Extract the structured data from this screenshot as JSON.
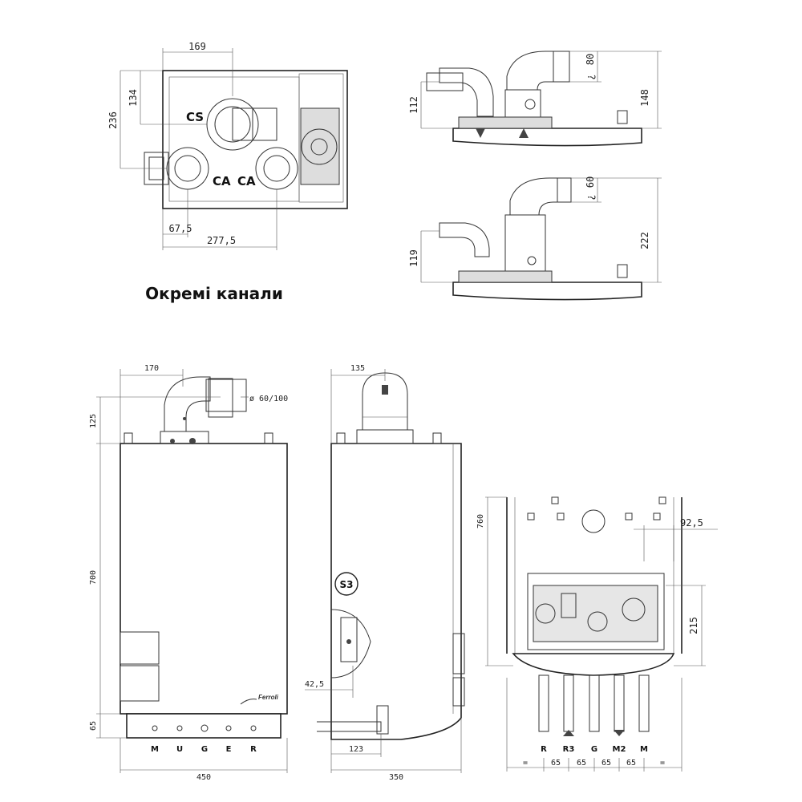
{
  "heading": "Окремі канали",
  "top_plan": {
    "labels": {
      "cs": "CS",
      "ca1": "CA",
      "ca2": "CA"
    },
    "dims": {
      "width_top": "169",
      "height_a": "134",
      "height_b": "236",
      "offset_x": "67,5",
      "width_bottom": "277,5"
    }
  },
  "side_upper": {
    "dims": {
      "h_left": "112",
      "h_right": "148",
      "d_pipe": "80"
    },
    "d_prefix": "¿"
  },
  "side_lower": {
    "dims": {
      "h_left": "119",
      "h_right": "222",
      "d_pipe": "60"
    },
    "d_prefix": "¿"
  },
  "front_view": {
    "dims": {
      "pipe_x": "170",
      "pipe_h": "125",
      "diameter": "ø 60/100",
      "height": "700",
      "base_h": "65",
      "width": "450"
    },
    "connections": [
      "M",
      "U",
      "G",
      "E",
      "R"
    ],
    "logo": "Ferroli"
  },
  "side_view": {
    "dims": {
      "top_w": "135",
      "offset": "42,5",
      "base_w": "123",
      "depth": "350"
    },
    "badge": "S3"
  },
  "bottom_view": {
    "dims": {
      "height": "760",
      "offset_right": "92,5",
      "h_conn": "215",
      "spacing": [
        "65",
        "65",
        "65",
        "65"
      ],
      "eq": "="
    },
    "connections": [
      "R",
      "R3",
      "G",
      "M2",
      "M"
    ]
  }
}
